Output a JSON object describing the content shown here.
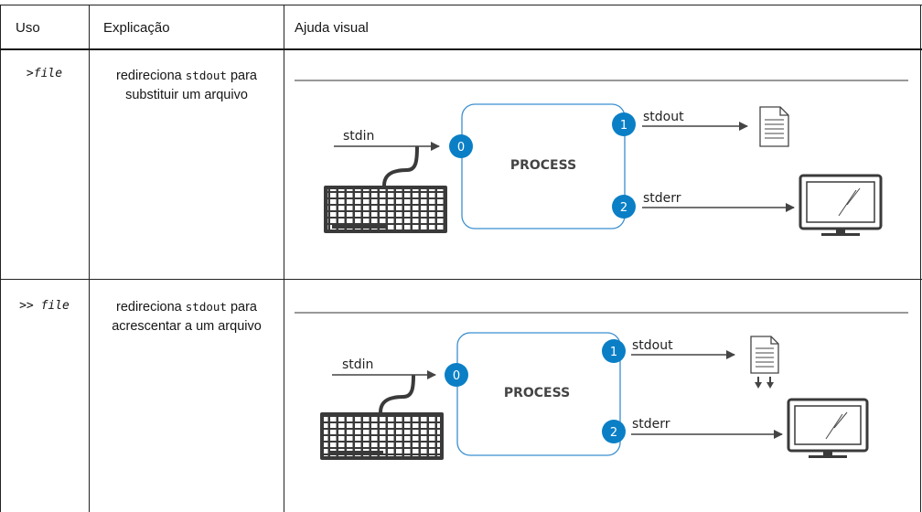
{
  "table": {
    "headers": {
      "uso": "Uso",
      "explicacao": "Explicação",
      "ajuda": "Ajuda visual"
    },
    "rows": [
      {
        "uso_prefix": ">",
        "uso_file": "file",
        "expl_pre": "redireciona ",
        "expl_code": "stdout",
        "expl_post1": " para",
        "expl_line2": "substituir um arquivo",
        "diagram": {
          "stdin": "stdin",
          "process": "PROCESS",
          "stdout": "stdout",
          "stderr": "stderr",
          "fd0": "0",
          "fd1": "1",
          "fd2": "2",
          "stdout_target": "file-icon"
        }
      },
      {
        "uso_prefix": ">>",
        "uso_file": "file",
        "expl_pre": "redireciona ",
        "expl_code": "stdout",
        "expl_post1": " para",
        "expl_line2": "acrescentar a um arquivo",
        "diagram": {
          "stdin": "stdin",
          "process": "PROCESS",
          "stdout": "stdout",
          "stderr": "stderr",
          "fd0": "0",
          "fd1": "1",
          "fd2": "2",
          "stdout_target": "file-append-icon"
        }
      }
    ]
  },
  "colors": {
    "fd_circle": "#0a7fc6",
    "process_border": "#3a8fd0",
    "line": "#444444"
  }
}
